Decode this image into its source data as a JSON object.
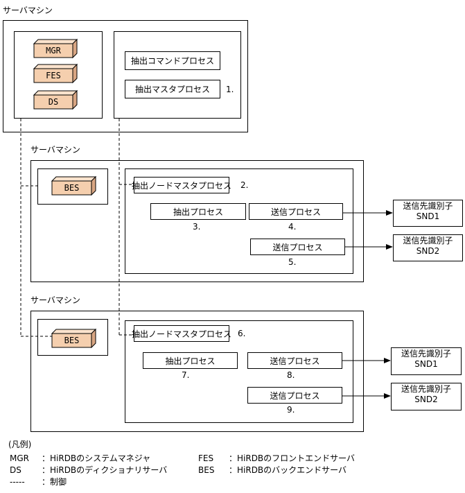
{
  "server_label": "サーバマシン",
  "server1": {
    "modules": [
      "MGR",
      "FES",
      "DS"
    ],
    "proc_cmd": "抽出コマンドプロセス",
    "proc_master": "抽出マスタプロセス",
    "num": "1."
  },
  "server2": {
    "module": "BES",
    "node_master": "抽出ノードマスタプロセス",
    "node_num": "2.",
    "extract": "抽出プロセス",
    "extract_num": "3.",
    "send1": "送信プロセス",
    "send1_num": "4.",
    "send2": "送信プロセス",
    "send2_num": "5.",
    "dest1_line1": "送信先識別子",
    "dest1_line2": "SND1",
    "dest2_line1": "送信先識別子",
    "dest2_line2": "SND2"
  },
  "server3": {
    "module": "BES",
    "node_master": "抽出ノードマスタプロセス",
    "node_num": "6.",
    "extract": "抽出プロセス",
    "extract_num": "7.",
    "send1": "送信プロセス",
    "send1_num": "8.",
    "send2": "送信プロセス",
    "send2_num": "9.",
    "dest1_line1": "送信先識別子",
    "dest1_line2": "SND1",
    "dest2_line1": "送信先識別子",
    "dest2_line2": "SND2"
  },
  "legend": {
    "title": "(凡例)",
    "mgr_key": "MGR",
    "mgr_desc": "：HiRDBのシステムマネジャ",
    "fes_key": "FES",
    "fes_desc": "：HiRDBのフロントエンドサーバ",
    "ds_key": "DS",
    "ds_desc": "：HiRDBのディクショナリサーバ",
    "bes_key": "BES",
    "bes_desc": "：HiRDBのバックエンドサーバ",
    "ctrl_key": "-----",
    "ctrl_desc": "：制御"
  },
  "colors": {
    "module_front": "#f5cfae",
    "module_top": "#fbe3cd",
    "module_side": "#d9a683"
  }
}
